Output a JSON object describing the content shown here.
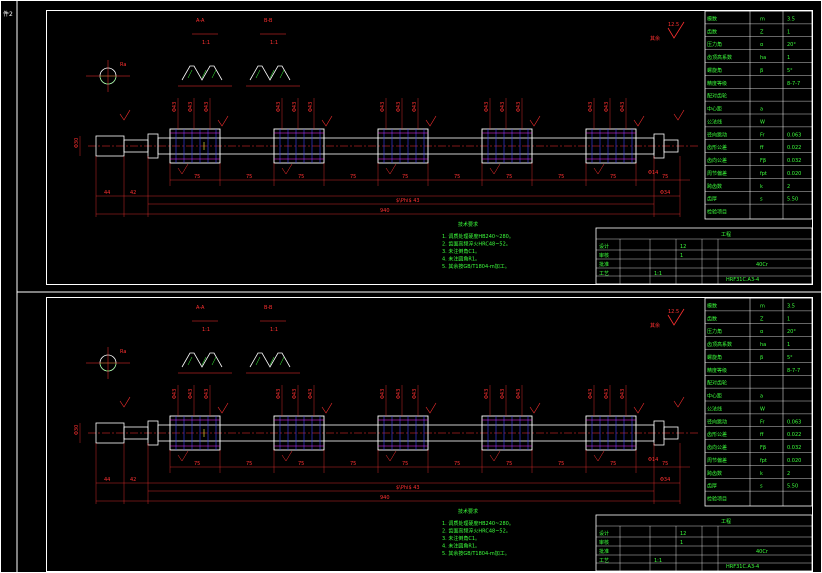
{
  "sheet_label": "件2",
  "roughness_global": "12.5",
  "roughness_suffix": "其余",
  "overall_length": "940",
  "mid_length": "$\\Phi$ 43",
  "left_dims": [
    "44",
    "42"
  ],
  "right_dims": [
    "Φ34",
    "Φ14"
  ],
  "spacing_label": "75",
  "title_block": {
    "part_code": "HRF31C.A3-4",
    "material": "40Cr",
    "scale": "1:1",
    "qty": "12",
    "sheet_no": "1",
    "rows": [
      "设计",
      "审核",
      "批准",
      "工艺"
    ],
    "drawing_title": "工程"
  },
  "params": [
    {
      "k": "模数",
      "v": "m",
      "x": "3.5"
    },
    {
      "k": "齿数",
      "v": "Z",
      "x": "1"
    },
    {
      "k": "压力角",
      "v": "α",
      "x": "20°"
    },
    {
      "k": "齿顶高系数",
      "v": "ha",
      "x": "1"
    },
    {
      "k": "螺旋角",
      "v": "β",
      "x": "5°"
    },
    {
      "k": "精度等级",
      "v": "",
      "x": "8-7-7"
    },
    {
      "k": "配对齿轮",
      "v": "",
      "x": ""
    },
    {
      "k": "中心距",
      "v": "a",
      "x": ""
    },
    {
      "k": "公法线",
      "v": "W",
      "x": ""
    },
    {
      "k": "径向跳动",
      "v": "Fr",
      "x": "0.063"
    },
    {
      "k": "齿形公差",
      "v": "ff",
      "x": "0.022"
    },
    {
      "k": "齿向公差",
      "v": "Fβ",
      "x": "0.032"
    },
    {
      "k": "周节偏差",
      "v": "fpt",
      "x": "0.020"
    },
    {
      "k": "跨齿数",
      "v": "k",
      "x": "2"
    },
    {
      "k": "齿厚",
      "v": "s",
      "x": "5.50"
    },
    {
      "k": "检验项目",
      "v": "",
      "x": ""
    }
  ],
  "notes_title": "技术要求",
  "notes": [
    "1. 调质处理硬度HB240~280。",
    "2. 齿面高频淬火HRC48~52。",
    "3. 未注倒角C1。",
    "4. 未注圆角R1。",
    "5. 其余按GB/T1804-m加工。"
  ],
  "section_labels": [
    "A-A",
    "B-B"
  ],
  "worm_sections": 5
}
